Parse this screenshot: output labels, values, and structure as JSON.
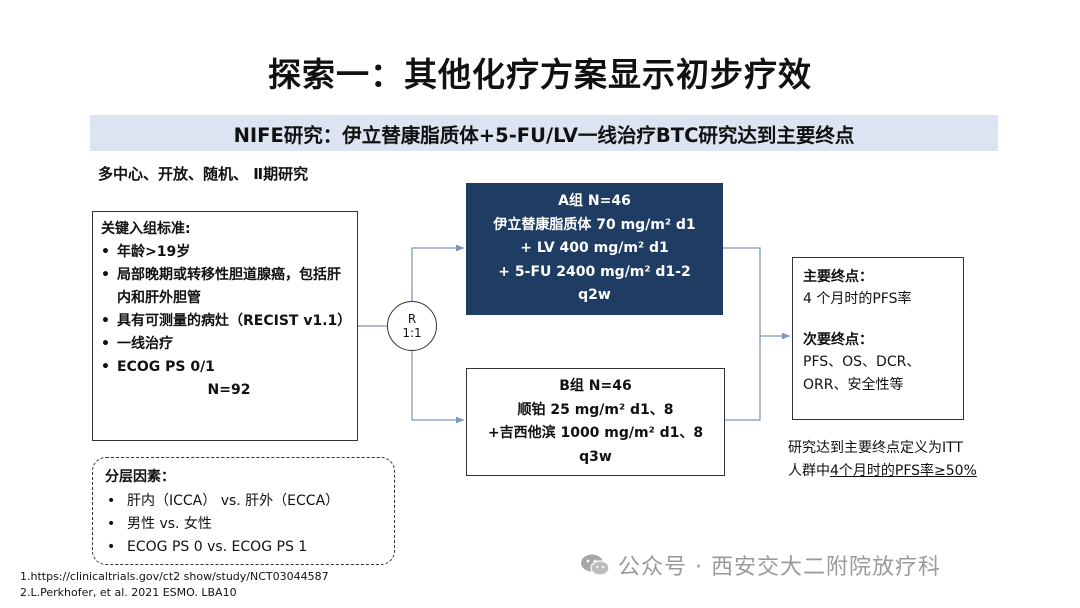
{
  "title": "探索一：其他化疗方案显示初步疗效",
  "banner": "NIFE研究：伊立替康脂质体+5-FU/LV一线治疗BTC研究达到主要终点",
  "design": "多中心、开放、随机、 Ⅱ期研究",
  "criteria": {
    "title": "关键入组标准:",
    "items": [
      "年龄>19岁",
      "局部晚期或转移性胆道腺癌，包括肝内和肝外胆管",
      "具有可测量的病灶（RECIST v1.1）",
      "一线治疗",
      "ECOG PS 0/1"
    ],
    "n": "N=92"
  },
  "stratification": {
    "title": "分层因素：",
    "items": [
      "肝内（ICCA） vs. 肝外（ECCA）",
      "男性 vs. 女性",
      "ECOG PS 0 vs. ECOG PS 1"
    ]
  },
  "randomization": {
    "r": "R",
    "ratio": "1:1"
  },
  "armA": {
    "lines": [
      "A组 N=46",
      "伊立替康脂质体 70 mg/m² d1",
      "+ LV 400 mg/m²  d1",
      "+ 5-FU 2400 mg/m² d1-2",
      "q2w"
    ],
    "color": "#1f3c63"
  },
  "armB": {
    "lines": [
      "B组 N=46",
      "顺铂 25 mg/m²  d1、8",
      "+吉西他滨 1000 mg/m² d1、8",
      "q3w"
    ]
  },
  "endpoints": {
    "primary_title": "主要终点：",
    "primary": "4 个月时的PFS率",
    "secondary_title": "次要终点：",
    "secondary_1": "PFS、OS、DCR、",
    "secondary_2": "ORR、安全性等"
  },
  "note": {
    "line1": "研究达到主要终点定义为ITT",
    "line2_prefix": "人群中",
    "line2_underlined": "4个月时的PFS率≥50%"
  },
  "references": [
    "1.https://clinicaltrials.gov/ct2 show/study/NCT03044587",
    "2.L.Perkhofer, et al. 2021 ESMO. LBA10"
  ],
  "watermark": "公众号 · 西安交大二附院放疗科",
  "watermark_icon": "wechat-icon"
}
